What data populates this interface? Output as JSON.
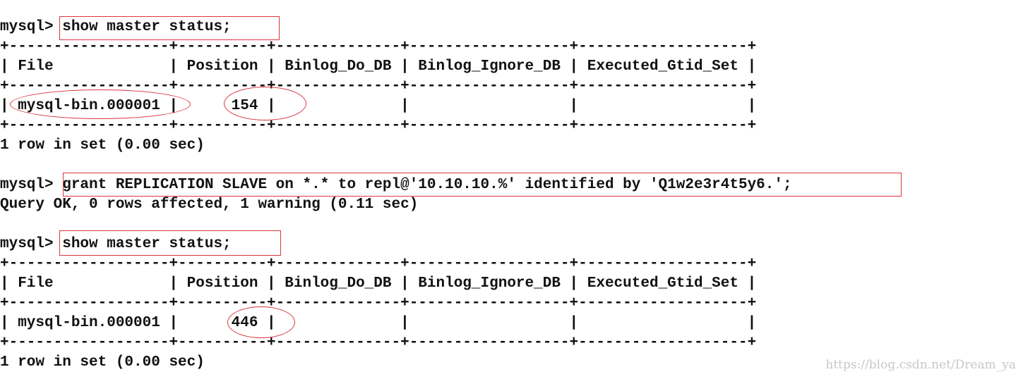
{
  "terminal": {
    "lines": [
      "mysql> show master status;",
      "+------------------+----------+--------------+------------------+-------------------+",
      "| File             | Position | Binlog_Do_DB | Binlog_Ignore_DB | Executed_Gtid_Set |",
      "+------------------+----------+--------------+------------------+-------------------+",
      "| mysql-bin.000001 |      154 |              |                  |                   |",
      "+------------------+----------+--------------+------------------+-------------------+",
      "1 row in set (0.00 sec)",
      "",
      "mysql> grant REPLICATION SLAVE on *.* to repl@'10.10.10.%' identified by 'Q1w2e3r4t5y6.';",
      "Query OK, 0 rows affected, 1 warning (0.11 sec)",
      "",
      "mysql> show master status;",
      "+------------------+----------+--------------+------------------+-------------------+",
      "| File             | Position | Binlog_Do_DB | Binlog_Ignore_DB | Executed_Gtid_Set |",
      "+------------------+----------+--------------+------------------+-------------------+",
      "| mysql-bin.000001 |      446 |              |                  |                   |",
      "+------------------+----------+--------------+------------------+-------------------+",
      "1 row in set (0.00 sec)"
    ]
  },
  "annotation_color": "#d9363e",
  "watermark": "https://blog.csdn.net/Dream_ya"
}
